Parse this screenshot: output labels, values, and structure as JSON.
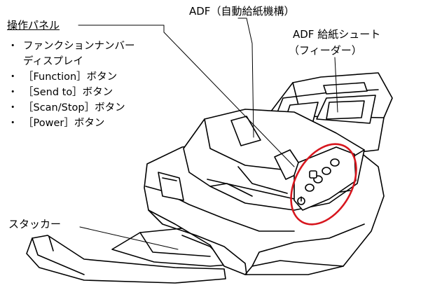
{
  "labels": {
    "operator_panel": "操作パネル",
    "adf": "ADF（自動給紙機構）",
    "adf_chute_line1": "ADF 給紙シュート",
    "adf_chute_line2": "（フィーダー）",
    "stacker": "スタッカー"
  },
  "operator_panel_items": [
    {
      "bullet": "・",
      "text": "ファンクションナンバー"
    },
    {
      "bullet": "",
      "text": "ディスプレイ"
    },
    {
      "bullet": "・",
      "text": "［Function］ボタン"
    },
    {
      "bullet": "・",
      "text": "［Send to］ボタン"
    },
    {
      "bullet": "・",
      "text": "［Scan/Stop］ボタン"
    },
    {
      "bullet": "・",
      "text": "［Power］ボタン"
    }
  ],
  "colors": {
    "highlight": "#d7161e",
    "line": "#000000",
    "body_fill": "#ffffff"
  },
  "icons": {
    "power": "power-icon"
  }
}
